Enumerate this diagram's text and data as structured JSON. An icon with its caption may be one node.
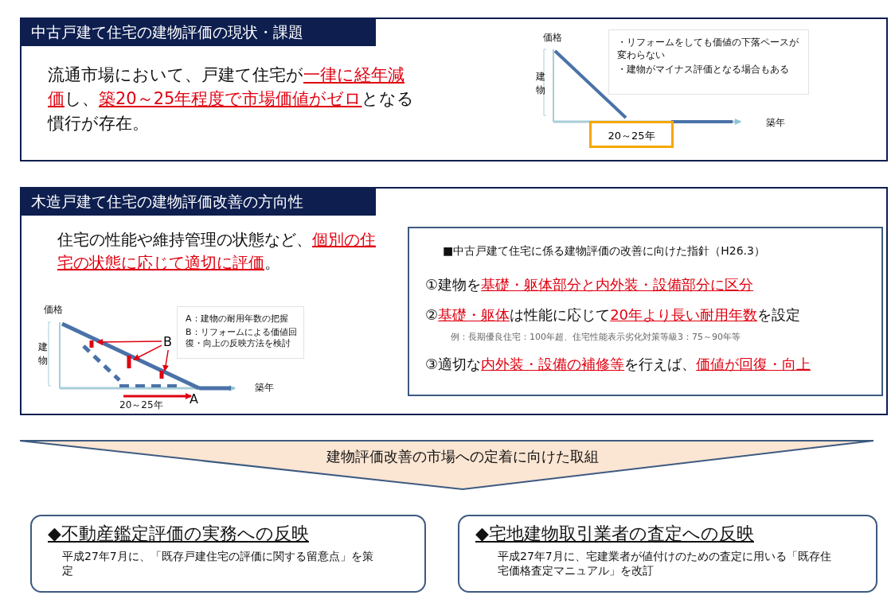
{
  "diagram": {
    "nodes": [
      {
        "text": [
          "中古戸建て住宅の建物評価の現状・課題",
          "流通市場において、戸建て住宅が**一律に経年減価**し、**築20～25年程度で市場価値がゼロ**となる慣行が存在。"
        ]
      },
      {
        "text": [
          "20～25年"
        ],
        "in": 0
      },
      {
        "text": [
          "・リフォームをしても価値の下落ペースが変わらない",
          "・建物がマイナス評価となる場合もある"
        ],
        "in": 0
      },
      {
        "text": [
          "木造戸建て住宅の建物評価改善の方向性",
          "住宅の性能や維持管理の状態など、**個別の住宅の状態に応じて適切に評価**。"
        ]
      },
      {
        "text": [
          "A：建物の耐用年数の把握",
          "B：リフォームによる価値回復・向上の反映方法を検討"
        ],
        "in": 3
      },
      {
        "text": [
          "■中古戸建て住宅に係る建物評価の改善に向けた指針（H26.3）",
          "①建物を**基礎・躯体部分と内外装・設備部分に区分**",
          "②**基礎・躯体**は性能に応じて**20年より長い耐用年数**を設定",
          "例：長期優良住宅：100年超、住宅性能表示劣化対策等級3：75～90年等",
          "③適切な**内外装・設備の補修等**を行えば、**価値が回復・向上**"
        ],
        "in": 3
      },
      {
        "text": [
          "B"
        ],
        "in": 3
      },
      {
        "text": [
          "建物評価改善の市場への定着に向けた取組"
        ]
      },
      {
        "text": [
          "◆不動産鑑定評価の実務への反映",
          "平成27年7月に、「既存戸建住宅の評価に関する留意点」を策定"
        ]
      },
      {
        "text": [
          "◆宅地建物取引業者の査定への反映",
          "平成27年7月に、宅建業者が値付けのための査定に用いる「既存住宅価格査定マニュアル」を改訂"
        ]
      }
    ],
    "edges": [
      {
        "from": 6,
        "to": null,
        "arrow": "to"
      },
      {
        "from": 6,
        "to": null,
        "arrow": "to"
      },
      {
        "from": 6,
        "to": null,
        "arrow": "to"
      }
    ],
    "labels": [
      "価格",
      "建物",
      "築年",
      "価格",
      "建物",
      "築年",
      "20～25年",
      "A"
    ]
  }
}
